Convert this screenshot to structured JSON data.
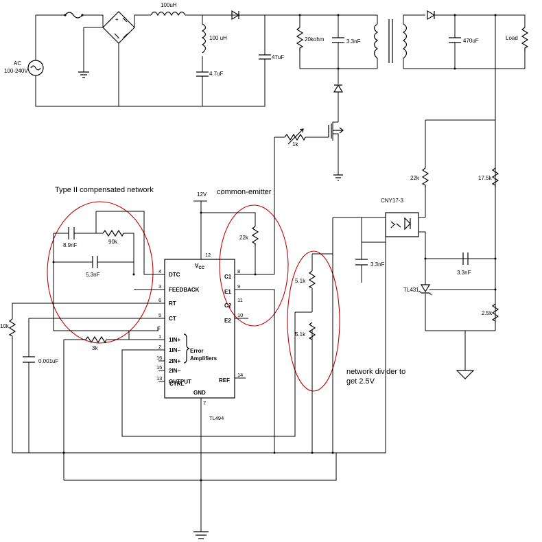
{
  "annotations": {
    "type2": "Type II compensated network",
    "common_emitter": "common-emitter",
    "divider": "network divider to\nget 2.5V"
  },
  "source": {
    "label": "AC",
    "range": "100-240V"
  },
  "components": {
    "l1": "100uH",
    "l2": "100 uH",
    "c_4u7": "4.7uF",
    "c_47u": "47uF",
    "r_20k": "20kohm",
    "c_3n3_top": "3.3nF",
    "c_470u": "470uF",
    "load": "Load",
    "pot_1k": "1k",
    "r_22k_right": "22k",
    "r_17k5": "17.5k",
    "opto": "CNY17-3",
    "c_3n3_right": "3.3nF",
    "tl431": "TL431",
    "r_2k5": "2.5k",
    "vcc_12": "12V",
    "r_22k_ce": "22k",
    "r_5k1_a": "5.1k",
    "r_5k1_b": "5.1k",
    "c_3n3_mid": "3.3nF",
    "c_8n9": "8.9nF",
    "r_90k": "90k",
    "c_5n3": "5.3nF",
    "r_10k": "10k",
    "c_0u001": "0.001uF",
    "r_3k": "3k",
    "f_label": "F"
  },
  "ic": {
    "name": "TL494",
    "vcc": "V",
    "vcc_sub": "CC",
    "vcc_pin": "12",
    "gnd": "GND",
    "gnd_pin": "7",
    "left_pins": [
      {
        "num": "4",
        "name": "DTC"
      },
      {
        "num": "3",
        "name": "FEEDBACK"
      },
      {
        "num": "6",
        "name": "RT"
      },
      {
        "num": "5",
        "name": "CT"
      },
      {
        "num": "1",
        "name": "1IN+"
      },
      {
        "num": "2",
        "name": "1IN−"
      },
      {
        "num": "16",
        "name": "2IN+"
      },
      {
        "num": "15",
        "name": "2IN−"
      },
      {
        "num": "13",
        "name": "OUTPUT"
      }
    ],
    "output_ctrl_2": "CTRL",
    "error_amp": "Error",
    "error_amp_2": "Amplifiers",
    "right_pins": [
      {
        "num": "8",
        "name": "C1"
      },
      {
        "num": "9",
        "name": "E1"
      },
      {
        "num": "11",
        "name": "C2"
      },
      {
        "num": "10",
        "name": "E2"
      },
      {
        "num": "14",
        "name": "REF"
      }
    ]
  }
}
